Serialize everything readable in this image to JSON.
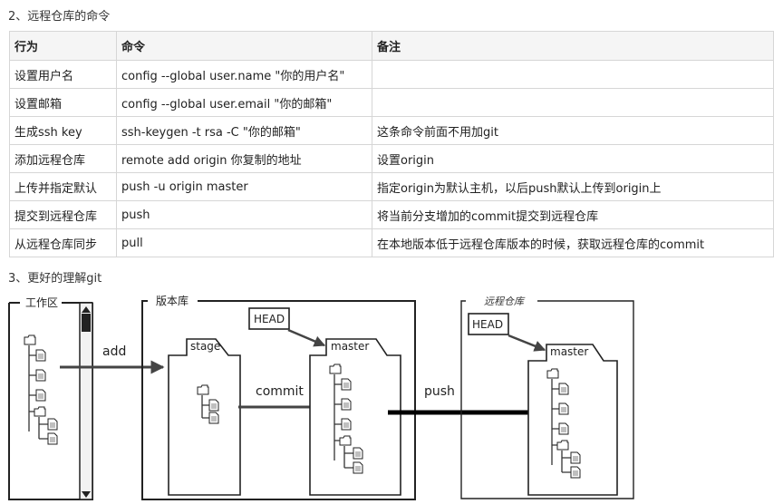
{
  "section1": {
    "title": "2、远程仓库的命令"
  },
  "table": {
    "headers": [
      "行为",
      "命令",
      "备注"
    ],
    "rows": [
      [
        "设置用户名",
        "config --global user.name \"你的用户名\"",
        ""
      ],
      [
        "设置邮箱",
        "config --global user.email \"你的邮箱\"",
        ""
      ],
      [
        "生成ssh key",
        "ssh-keygen -t rsa -C \"你的邮箱\"",
        "这条命令前面不用加git"
      ],
      [
        "添加远程仓库",
        "remote add origin 你复制的地址",
        "设置origin"
      ],
      [
        "上传并指定默认",
        "push -u origin master",
        "指定origin为默认主机，以后push默认上传到origin上"
      ],
      [
        "提交到远程仓库",
        "push",
        "将当前分支增加的commit提交到远程仓库"
      ],
      [
        "从远程仓库同步",
        "pull",
        "在本地版本低于远程仓库版本的时候，获取远程仓库的commit"
      ]
    ]
  },
  "section2": {
    "title": "3、更好的理解git"
  },
  "diagram": {
    "workspace_label": "工作区",
    "repo_label": "版本库",
    "remote_label": "远程仓库",
    "stage_label": "stage",
    "master_label": "master",
    "remote_master_label": "master",
    "head_label": "HEAD",
    "remote_head_label": "HEAD",
    "add_label": "add",
    "commit_label": "commit",
    "push_label": "push"
  }
}
